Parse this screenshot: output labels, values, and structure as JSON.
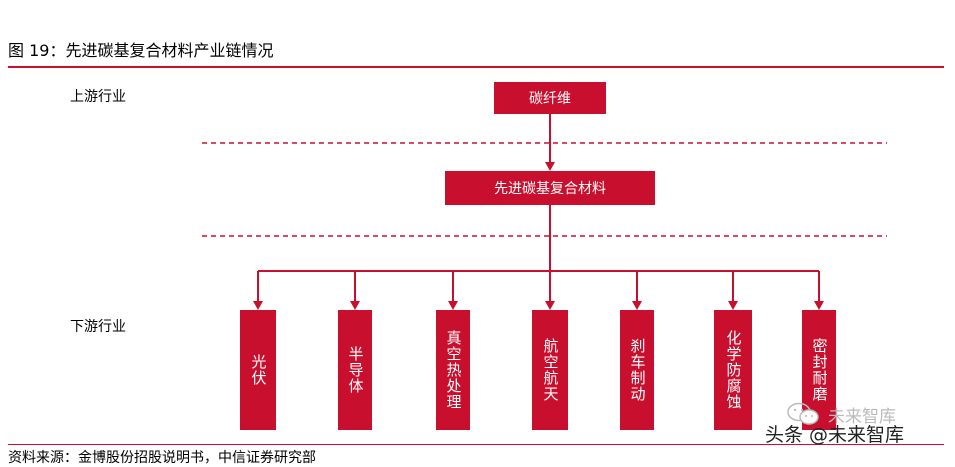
{
  "figure": {
    "title": "图 19：先进碳基复合材料产业链情况",
    "accent_color": "#c8102e"
  },
  "tiers": {
    "upstream_label": "上游行业",
    "downstream_label": "下游行业"
  },
  "nodes": {
    "upstream": "碳纤维",
    "midstream": "先进碳基复合材料",
    "downstream": [
      "光伏",
      "半导体",
      "真空热处理",
      "航空航天",
      "刹车制动",
      "化学防腐蚀",
      "密封耐磨"
    ]
  },
  "footer": {
    "source": "资料来源：金博股份招股说明书，中信证券研究部"
  },
  "watermark": {
    "toutiao": "头条 @未来智库",
    "brand": "未来智库",
    "icon": "wechat-icon"
  }
}
